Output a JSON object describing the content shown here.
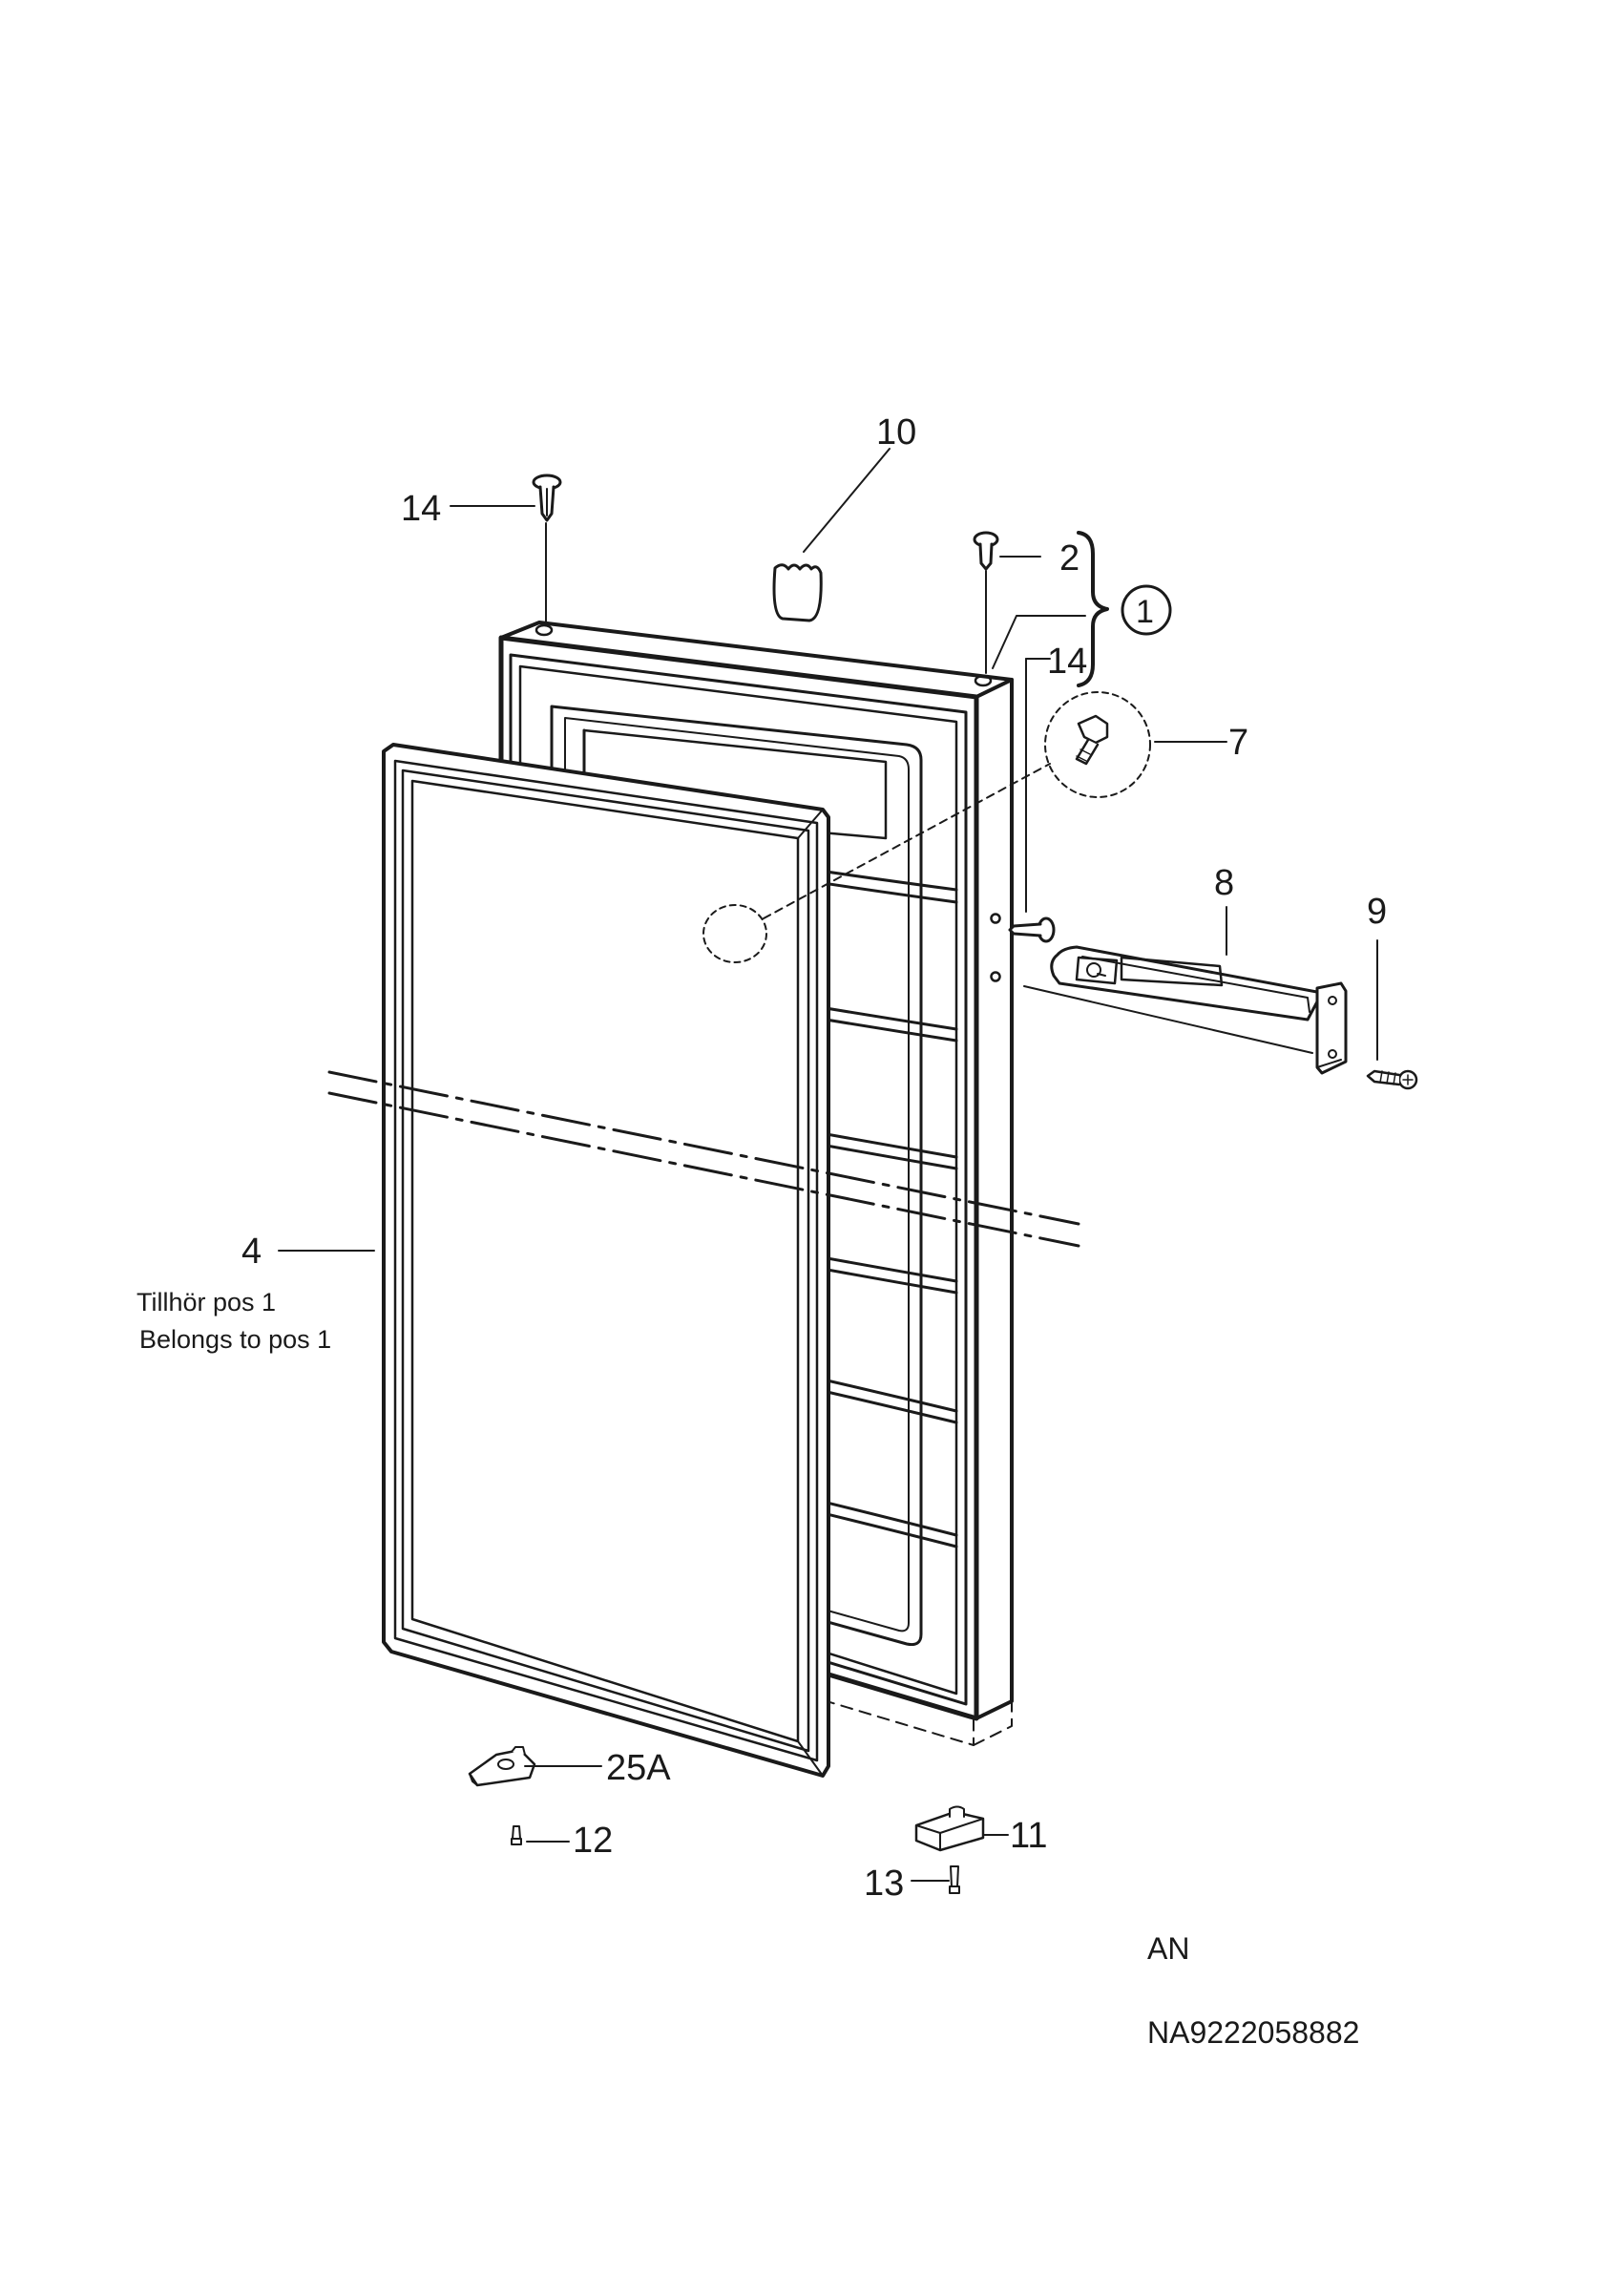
{
  "callouts": {
    "c10": "10",
    "c14_top": "14",
    "c2": "2",
    "c1": "1",
    "c14_side": "14",
    "c7": "7",
    "c8": "8",
    "c9": "9",
    "c4": "4",
    "c25a": "25A",
    "c12": "12",
    "c11": "11",
    "c13": "13"
  },
  "notes": {
    "swedish": "Tillhör pos 1",
    "english": "Belongs to pos 1"
  },
  "footer": {
    "model_code": "AN",
    "drawing_number": "NA9222058882"
  },
  "colors": {
    "line": "#1a1a1a",
    "background": "#ffffff"
  }
}
